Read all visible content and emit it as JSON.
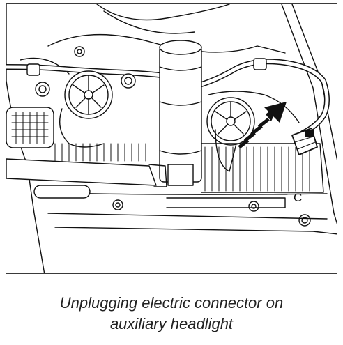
{
  "figure": {
    "callout_letter": "C"
  },
  "caption": {
    "line1": "Unplugging electric connector on",
    "line2": "auxiliary headlight"
  },
  "colors": {
    "line": "#111111",
    "background": "#ffffff",
    "arrow_fill": "#111111"
  },
  "icons": [
    "electric-connector-icon",
    "direction-arrow-icon"
  ]
}
